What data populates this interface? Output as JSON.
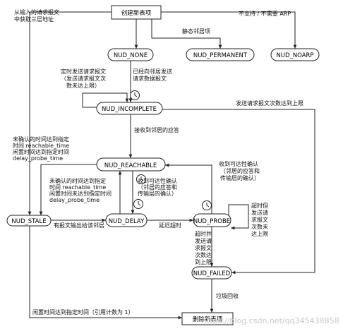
{
  "nodes": {
    "create": "创建新表项",
    "none": "NUD_NONE",
    "permanent": "NUD_PERMANENT",
    "noarp": "NUD_NOARP",
    "incomplete": "NUD_INCOMPLETE",
    "reachable": "NUD_REACHABLE",
    "stale": "NUD_STALE",
    "delay": "NUD_DELAY",
    "probe": "NUD_PROBE",
    "failed": "NUD_FAILED",
    "delete": "删除新表项"
  },
  "labels": {
    "from_input_1": "从输入的请求报文",
    "from_input_2": "中获取三层地址",
    "no_arp": "不支持 / 不需要 ARP",
    "static_neigh": "静态邻居项",
    "timer_send_1": "定时发送请求报文",
    "timer_send_2": "（发送请求报文次",
    "timer_send_3": "数未达上限）",
    "sent_req_1": "已经向邻居发送",
    "sent_req_2": "请求数据报文",
    "req_limit": "发送请求报文次数达到上限",
    "recv_reply": "接收到邻居的应答",
    "unconfirmed_1": "未确认的时间达到指定",
    "unconfirmed_2": "时间 reachable_time",
    "unconfirmed_3": "闲置时间达到指定时间",
    "unconfirmed_4": "delay_probe_time",
    "recv_confirm_1": "收到可达性确认",
    "recv_confirm_2": "（邻居的应答和",
    "recv_confirm_3": "传输层的确认）",
    "delay_unc_1": "未确认的时间达到指定",
    "delay_unc_2": "时间 reachable_time",
    "delay_unc_3": "闲置时间未达到指定时间",
    "delay_unc_4": "delay_probe_time",
    "delay_recv_1": "收到可达性确认",
    "delay_recv_2": "（邻居的应答和",
    "delay_recv_3": "传输层的确认）",
    "pkt_out": "有报文输出给该邻居",
    "delay_timeout": "延迟超时",
    "timeout_1": "超时但",
    "timeout_2": "发送请",
    "timeout_3": "求报文",
    "timeout_4": "次数未",
    "timeout_5": "达上限",
    "probe_limit_1": "超时并",
    "probe_limit_2": "发送请",
    "probe_limit_3": "求报文",
    "probe_limit_4": "次数达",
    "probe_limit_5": "到上限",
    "gc": "垃圾回收",
    "idle_time": "闲置时间达到指定时间（引用计数为 1）",
    "watermark": "https://blog.csdn.net/qq345438858"
  }
}
